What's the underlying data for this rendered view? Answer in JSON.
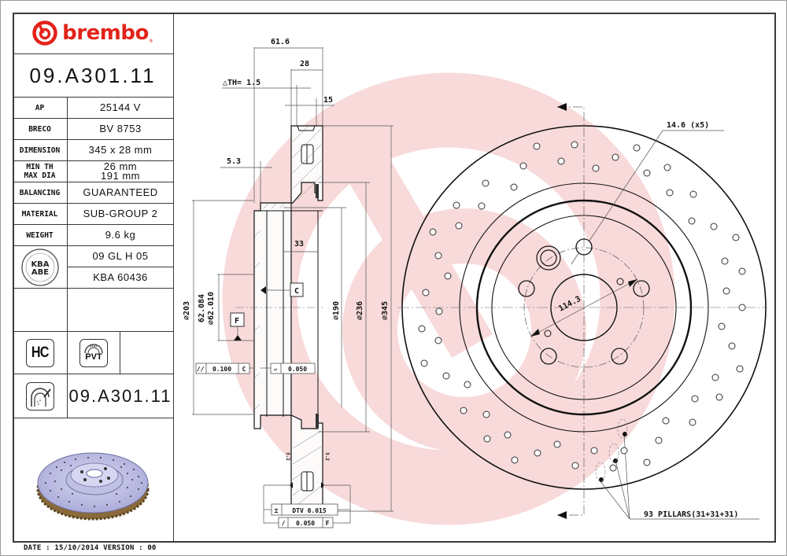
{
  "brand": {
    "name": "brembo",
    "registered": "®",
    "color": "#e2231a"
  },
  "part_number": "09.A301.11",
  "specs": [
    {
      "label": "AP",
      "value": "25144 V"
    },
    {
      "label": "BRECO",
      "value": "BV 8753"
    },
    {
      "label": "DIMENSION",
      "value": "345 x 28 mm"
    },
    {
      "label_lines": [
        "MIN TH",
        "MAX DIA"
      ],
      "value_lines": [
        "26 mm",
        "191 mm"
      ]
    },
    {
      "label": "BALANCING",
      "value": "GUARANTEED"
    },
    {
      "label": "MATERIAL",
      "value": "SUB-GROUP 2"
    },
    {
      "label": "WEIGHT",
      "value": "9.6 kg"
    }
  ],
  "approval": {
    "badge_lines": [
      "KBA",
      "ABE"
    ],
    "values": [
      "09 GL H 05",
      "KBA 60436"
    ]
  },
  "icons": {
    "hc_label": "HC",
    "pvt_label": "PVT"
  },
  "footer": {
    "date_text": "DATE : 15/10/2014 VERSION : 00"
  },
  "drawing": {
    "dimensions": {
      "overall_height": "61.6",
      "thickness": "28",
      "delta_th": "△TH= 1.5",
      "braking_band": "15",
      "hat_wall": "5.3",
      "hat_depth": "33",
      "d_hat_outer": "⌀203",
      "d_center_bore_max": "62.084",
      "d_center_bore_min": "⌀62.010",
      "d_190": "⌀190",
      "d_236": "⌀236",
      "d_345": "⌀345",
      "pcd": "114.3",
      "bolt_holes": "14.6 (x5)",
      "pillars": "93 PILLARS(31+31+31)"
    },
    "datums": {
      "c": "C",
      "f": "F"
    },
    "tolerances": {
      "parallelism": {
        "symbol": "//",
        "value": "0.100",
        "datum": "C"
      },
      "flatness": {
        "symbol": "▱",
        "value": "0.050"
      },
      "dtv": {
        "symbol": "⌶",
        "value": "DTV 0.015"
      },
      "runout": {
        "symbol": "/",
        "value": "0.050",
        "datum": "F"
      }
    },
    "surface_finish": [
      "3.2",
      "3.2"
    ],
    "watermark_color": "#f6d4d4"
  }
}
